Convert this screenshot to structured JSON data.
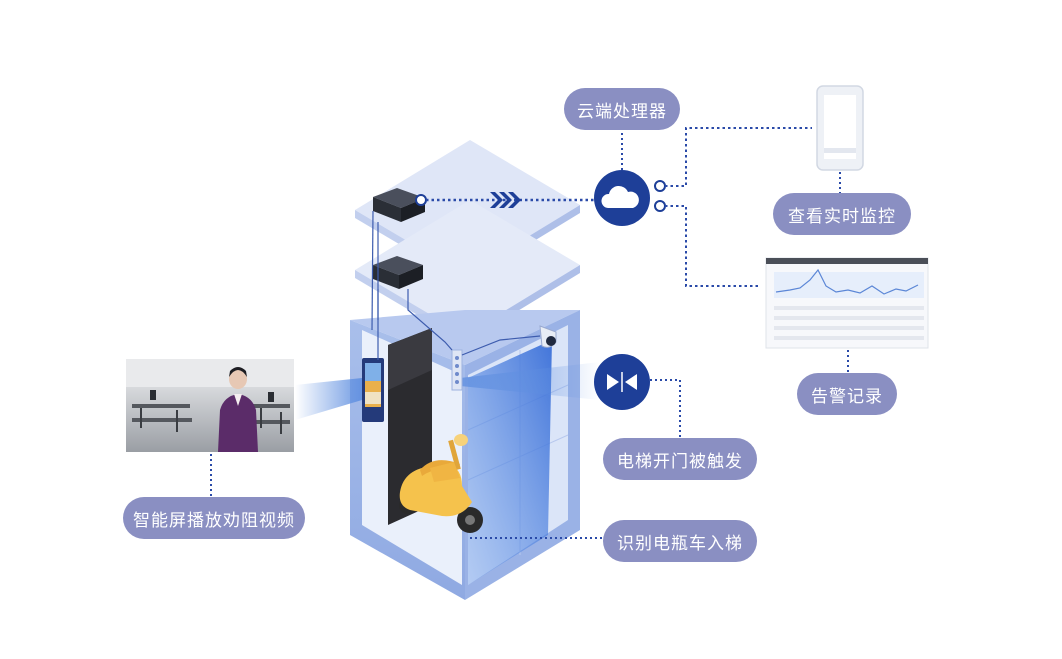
{
  "labels": {
    "cloud_processor": "云端处理器",
    "view_monitor": "查看实时监控",
    "alarm_record": "告警记录",
    "door_triggered": "电梯开门被触发",
    "identify_ebike": "识别电瓶车入梯",
    "smart_screen": "智能屏播放劝阻视频"
  },
  "icons": {
    "cloud": "cloud-icon",
    "door": "elevator-door-icon",
    "phone": "phone-icon",
    "monitor": "monitor-icon",
    "camera": "camera-icon",
    "scooter": "scooter-icon",
    "edge_box": "edge-box-icon"
  },
  "colors": {
    "pill": "#8a8fc2",
    "accent": "#1e3f98",
    "dotted_line": "#2a4aa8",
    "elevator_light": "#c5d3f0",
    "elevator_mid": "#9fb6e6",
    "scooter": "#f5c24c"
  }
}
